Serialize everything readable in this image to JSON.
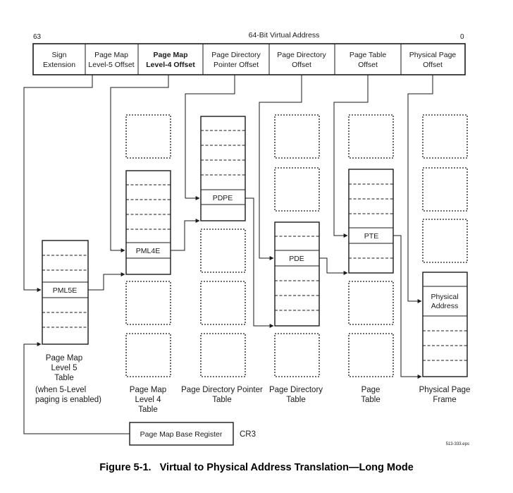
{
  "header": {
    "bit_high": "63",
    "title": "64-Bit Virtual Address",
    "bit_low": "0",
    "fields": [
      {
        "line1": "Sign",
        "line2": "Extension"
      },
      {
        "line1": "Page Map",
        "line2": "Level-5 Offset"
      },
      {
        "line1": "Page Map",
        "line2": "Level-4 Offset"
      },
      {
        "line1": "Page Directory",
        "line2": "Pointer Offset"
      },
      {
        "line1": "Page Directory",
        "line2": "Offset"
      },
      {
        "line1": "Page Table",
        "line2": "Offset"
      },
      {
        "line1": "Physical Page",
        "line2": "Offset"
      }
    ]
  },
  "tables": {
    "pml5": {
      "entry": "PML5E",
      "label1": "Page Map",
      "label2": "Level 5",
      "label3": "Table",
      "note1": "(when 5-Level",
      "note2": "paging is enabled)"
    },
    "pml4": {
      "entry": "PML4E",
      "label1": "Page Map",
      "label2": "Level 4",
      "label3": "Table"
    },
    "pdpt": {
      "entry": "PDPE",
      "label1": "Page Directory Pointer",
      "label2": "Table"
    },
    "pd": {
      "entry": "PDE",
      "label1": "Page Directory",
      "label2": "Table"
    },
    "pt": {
      "entry": "PTE",
      "label1": "Page",
      "label2": "Table"
    },
    "frame": {
      "entry1": "Physical",
      "entry2": "Address",
      "label1": "Physical Page",
      "label2": "Frame"
    }
  },
  "register": {
    "label": "Page Map Base Register",
    "name": "CR3"
  },
  "file_id": "513-333.eps",
  "caption": "Figure 5-1.   Virtual to Physical Address Translation—Long Mode"
}
